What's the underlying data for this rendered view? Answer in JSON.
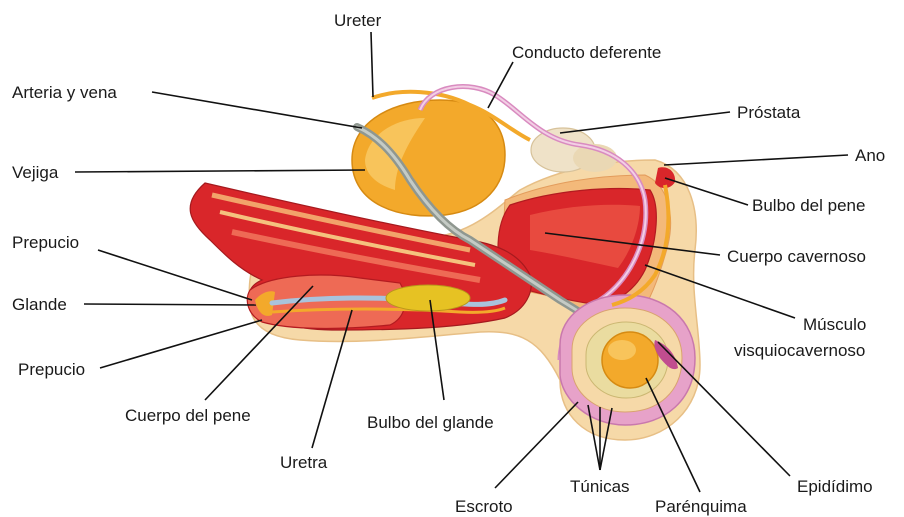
{
  "labels": {
    "ureter": "Ureter",
    "conducto_deferente": "Conducto deferente",
    "arteria_vena": "Arteria y vena",
    "prostata": "Próstata",
    "vejiga": "Vejiga",
    "ano": "Ano",
    "bulbo_pene": "Bulbo del pene",
    "prepucio_top": "Prepucio",
    "cuerpo_cavernoso": "Cuerpo cavernoso",
    "glande": "Glande",
    "musculo_line1": "Músculo",
    "musculo_line2": "visquiocavernoso",
    "prepucio_bottom": "Prepucio",
    "cuerpo_pene": "Cuerpo del pene",
    "bulbo_glande": "Bulbo del glande",
    "uretra": "Uretra",
    "tunicas": "Túnicas",
    "escroto": "Escroto",
    "parenquima": "Parénquima",
    "epididimo": "Epidídimo"
  },
  "colors": {
    "skin": "#f6d9a8",
    "muscle_red": "#d9262a",
    "muscle_light": "#ee6a55",
    "organ_orange": "#f3a92b",
    "organ_light": "#f8c660",
    "duct_pink": "#d98bc0",
    "vessel_gray": "#8f9790",
    "prostate_beige": "#efe2c8",
    "bulb_yellow": "#e6c223",
    "urethra_blue": "#a9c3dc",
    "leader_line": "#111111"
  }
}
